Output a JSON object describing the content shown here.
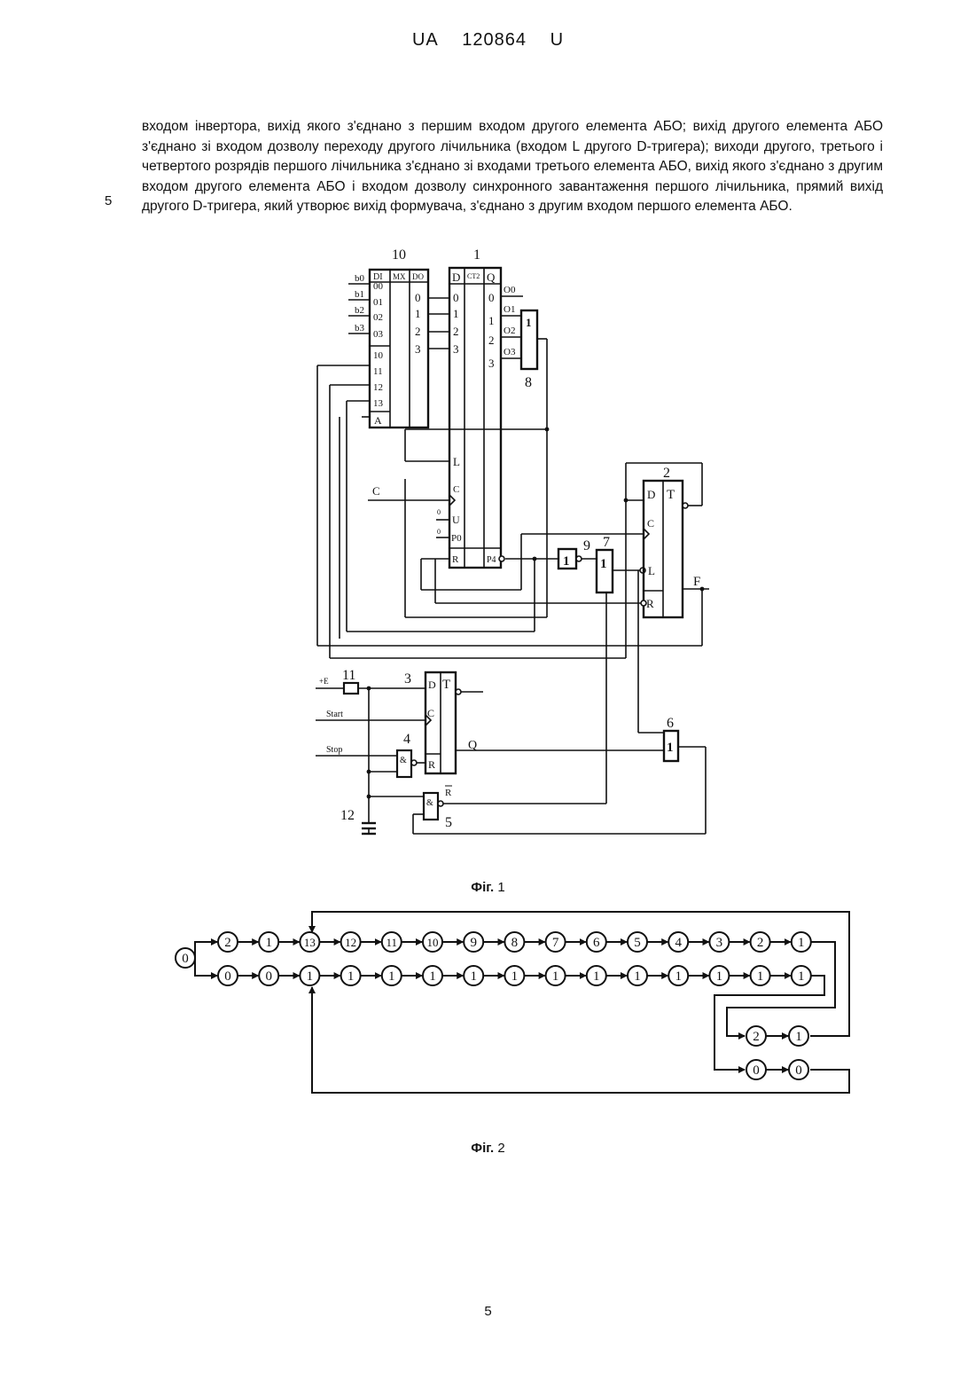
{
  "header": {
    "country": "UA",
    "number": "120864",
    "kind": "U"
  },
  "body_text": "входом інвертора, вихід якого з'єднано з першим входом другого елемента АБО; вихід другого елемента АБО з'єднано зі входом дозволу переходу другого лічильника (входом L другого D-тригера); виходи другого, третього і четвертого розрядів першого лічильника з'єднано зі входами третього елемента АБО, вихід якого з'єднано з другим входом другого елемента АБО і входом дозволу синхронного завантаження першого лічильника, прямий вихід другого D-тригера, який утворює вихід формувача, з'єднано з другим входом першого елемента АБО.",
  "line_number": "5",
  "figure1": {
    "caption_prefix": "Фіг.",
    "caption_num": "1",
    "element_numbers": [
      "10",
      "1",
      "8",
      "2",
      "9",
      "7",
      "11",
      "3",
      "4",
      "6",
      "5",
      "12"
    ],
    "mux": {
      "title_di": "DI",
      "title_mx": "MX",
      "title_do": "DO",
      "inputs_a": [
        "00",
        "01",
        "02",
        "03"
      ],
      "inputs_b": [
        "10",
        "11",
        "12",
        "13"
      ],
      "address": "A",
      "outputs": [
        "0",
        "1",
        "2",
        "3"
      ],
      "b_labels": [
        "b0",
        "b1",
        "b2",
        "b3"
      ]
    },
    "counter": {
      "d": "D",
      "ct2": "CT2",
      "q": "Q",
      "d_pins": [
        "0",
        "1",
        "2",
        "3"
      ],
      "q_pins": [
        "0",
        "1",
        "2",
        "3"
      ],
      "o_labels": [
        "O0",
        "O1",
        "O2",
        "O3"
      ],
      "l": "L",
      "c": "C",
      "u": "U",
      "p0": "P0",
      "r": "R",
      "p4": "P4",
      "zero": "0"
    },
    "or_label": "1",
    "trigger": {
      "d": "D",
      "t": "T",
      "c": "C",
      "l": "L",
      "r": "R"
    },
    "and_label": "&",
    "signals": {
      "c": "C",
      "f": "F",
      "plus_e": "+E",
      "start": "Start",
      "stop": "Stop",
      "q": "Q",
      "r_bar": "R"
    }
  },
  "figure2": {
    "caption_prefix": "Фіг.",
    "caption_num": "2",
    "start_state": "0",
    "top_row": [
      "2",
      "1",
      "13",
      "12",
      "11",
      "10",
      "9",
      "8",
      "7",
      "6",
      "5",
      "4",
      "3",
      "2",
      "1"
    ],
    "bottom_row": [
      "0",
      "0",
      "1",
      "1",
      "1",
      "1",
      "1",
      "1",
      "1",
      "1",
      "1",
      "1",
      "1",
      "1",
      "1"
    ],
    "branch_top": [
      "2",
      "1"
    ],
    "branch_bottom": [
      "0",
      "0"
    ]
  },
  "page_number": "5"
}
